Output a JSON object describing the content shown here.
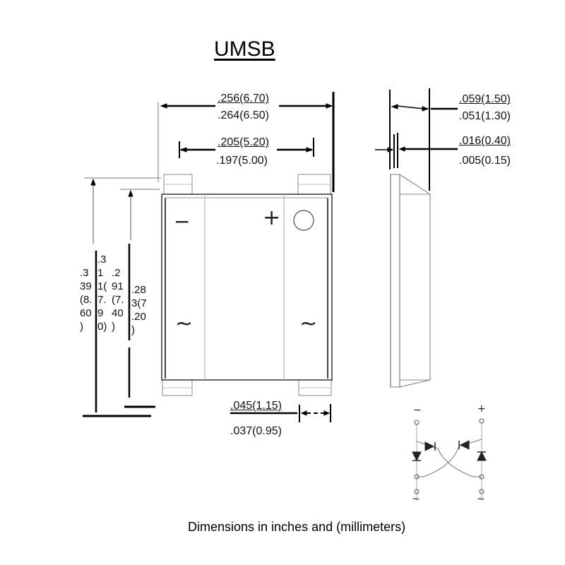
{
  "title": "UMSB",
  "caption": "Dimensions in inches and (millimeters)",
  "dims": {
    "overall_width_max": ".256(6.70)",
    "overall_width_min": ".264(6.50)",
    "pad_span_max": ".205(5.20)",
    "pad_span_min": ".197(5.00)",
    "thickness_max": ".059(1.50)",
    "thickness_min": ".051(1.30)",
    "lead_thickness_max": ".016(0.40)",
    "lead_thickness_min": ".005(0.15)",
    "pad_width_max": ".045(1.15)",
    "pad_width_min": ".037(0.95)",
    "overall_height": ".3\n39\n(8.\n60\n)",
    "overall_height_2": ".3\n1\n1(\n7.\n9\n0)",
    "body_height": ".2\n91\n(7.\n40\n)",
    "body_height_2": ".28\n3(7\n.20\n)"
  },
  "markings": {
    "minus": "−",
    "plus": "+",
    "ac_left": "~",
    "ac_right": "~"
  },
  "schematic": {
    "minus_label": "−",
    "plus_label": "+",
    "ac_left": "~",
    "ac_right": "~"
  }
}
